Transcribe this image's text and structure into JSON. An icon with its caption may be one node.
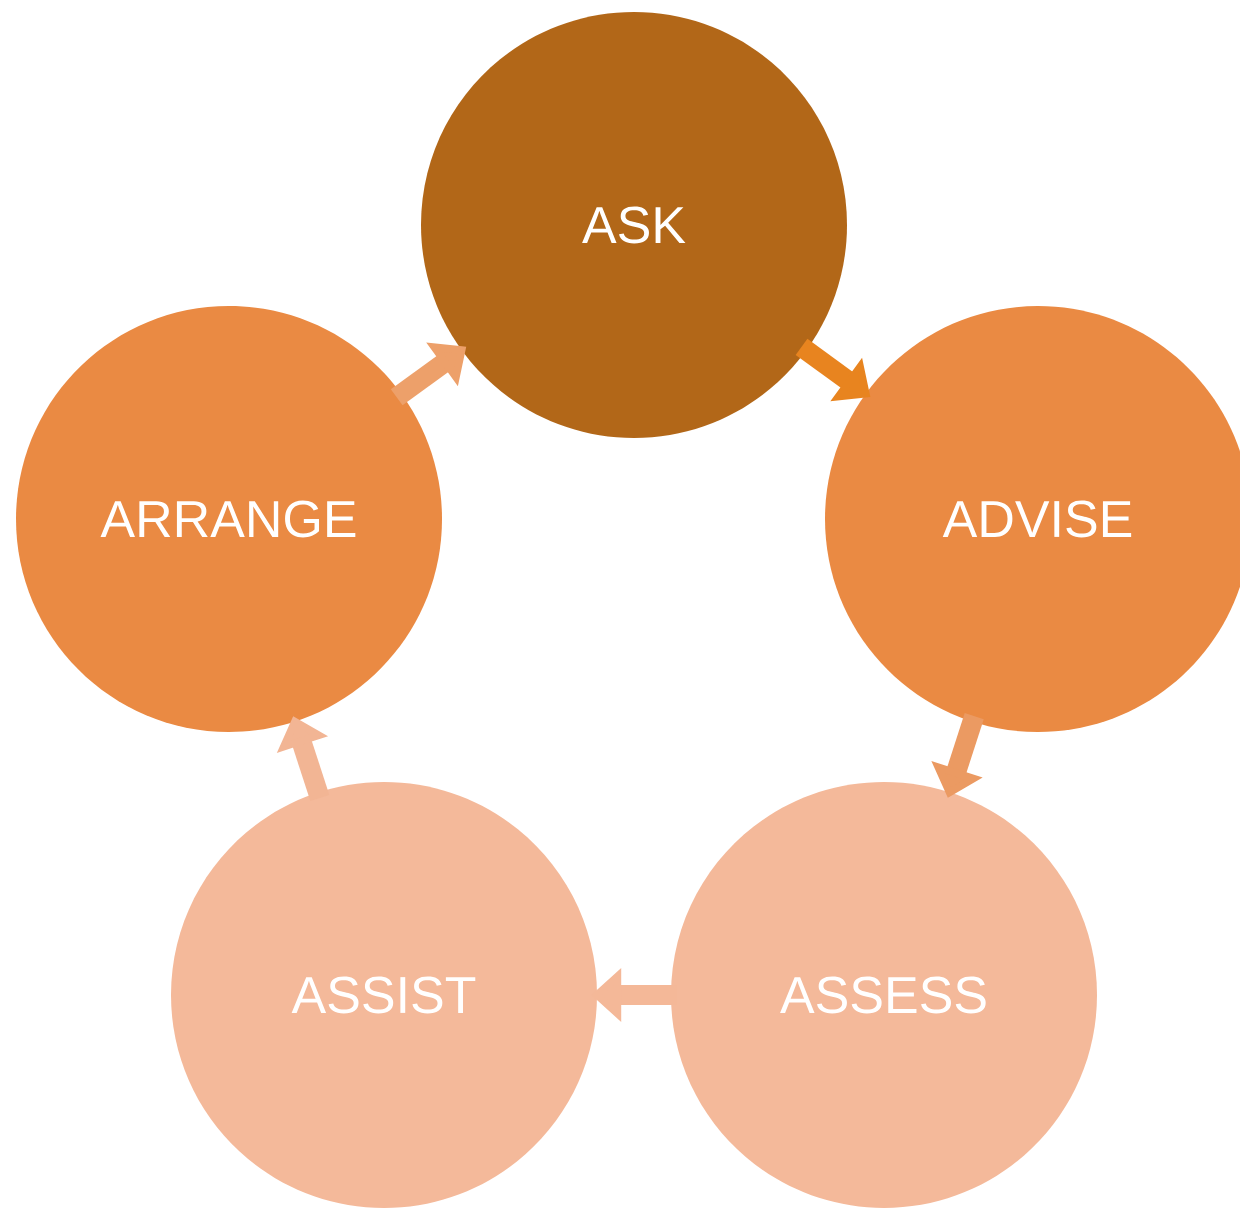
{
  "diagram": {
    "nodes": [
      {
        "text": [
          "ASK"
        ]
      },
      {
        "text": [
          "ADVISE"
        ]
      },
      {
        "text": [
          "ASSESS"
        ]
      },
      {
        "text": [
          "ASSIST"
        ]
      },
      {
        "text": [
          "ARRANGE"
        ]
      }
    ],
    "edges": [
      {
        "from": 0,
        "to": 1,
        "arrow": "to",
        "color": "#e8841f"
      },
      {
        "from": 1,
        "to": 2,
        "arrow": "to",
        "color": "#eb9a62"
      },
      {
        "from": 2,
        "to": 3,
        "arrow": "to",
        "color": "#f4b898"
      },
      {
        "from": 3,
        "to": 4,
        "arrow": "to",
        "color": "#f2b594"
      },
      {
        "from": 4,
        "to": 0,
        "arrow": "to",
        "color": "#eda06a"
      }
    ]
  }
}
